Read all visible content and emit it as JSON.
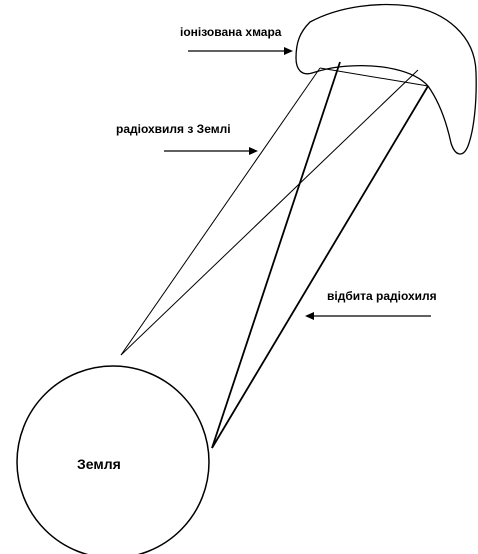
{
  "diagram": {
    "labels": {
      "cloud": "іонізована хмара",
      "wave_from_earth": "радіохвиля з Землі",
      "reflected_wave": "відбита радіохиля",
      "earth": "Земля"
    }
  }
}
